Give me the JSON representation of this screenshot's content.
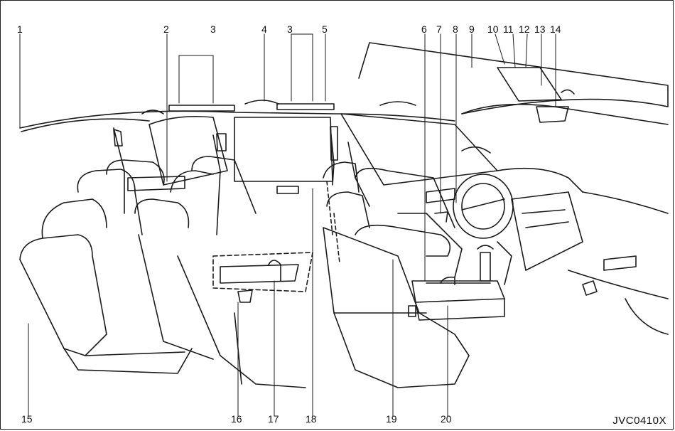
{
  "callouts": {
    "n1": "1",
    "n2": "2",
    "n3a": "3",
    "n4": "4",
    "n3b": "3",
    "n5": "5",
    "n6": "6",
    "n7": "7",
    "n8": "8",
    "n9": "9",
    "n10": "10",
    "n11": "11",
    "n12": "12",
    "n13": "13",
    "n14": "14",
    "n15": "15",
    "n16": "16",
    "n17": "17",
    "n18": "18",
    "n19": "19",
    "n20": "20"
  },
  "figure_code": "JVC0410X"
}
